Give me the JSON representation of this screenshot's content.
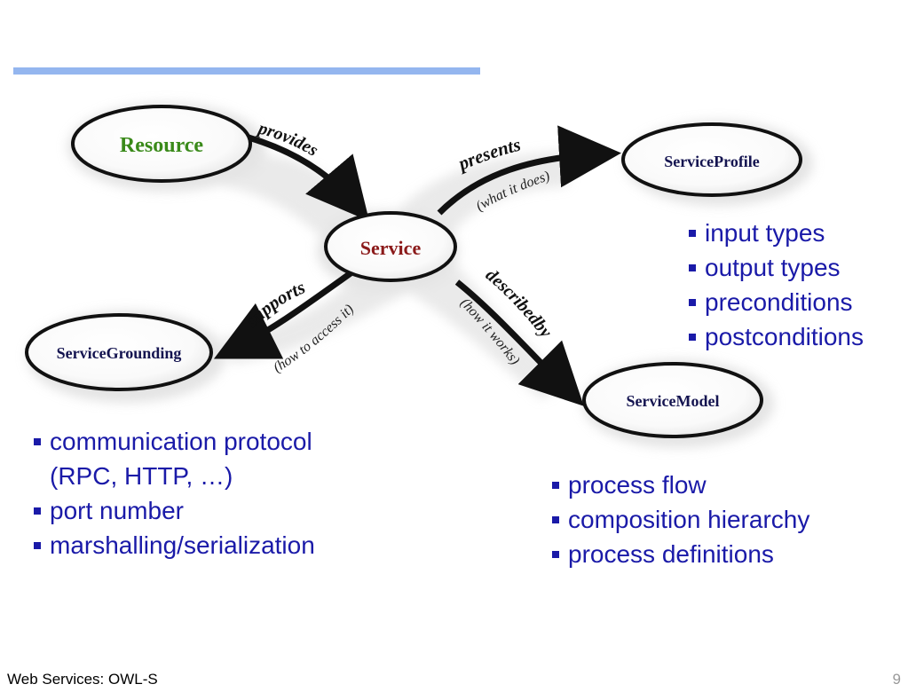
{
  "diagram": {
    "nodes": {
      "resource": "Resource",
      "service": "Service",
      "profile": "ServiceProfile",
      "grounding": "ServiceGrounding",
      "model": "ServiceModel"
    },
    "relations": {
      "provides": "provides",
      "presents": "presents",
      "presents_sub": "(what it does)",
      "supports": "supports",
      "supports_sub": "(how to access it)",
      "describedby": "describedby",
      "describedby_sub": "(how it works)"
    },
    "colors": {
      "resource_text": "#3a8a1a",
      "service_text": "#8b1a1a",
      "node_text": "#141450"
    }
  },
  "profile_bullets": [
    "input types",
    "output types",
    "preconditions",
    "postconditions"
  ],
  "grounding_bullets": [
    "communication protocol",
    "(RPC, HTTP, …)",
    "port number",
    "marshalling/serialization"
  ],
  "model_bullets": [
    "process flow",
    "composition hierarchy",
    "process definitions"
  ],
  "footer": {
    "left": "Web Services: OWL-S",
    "page": "9"
  }
}
